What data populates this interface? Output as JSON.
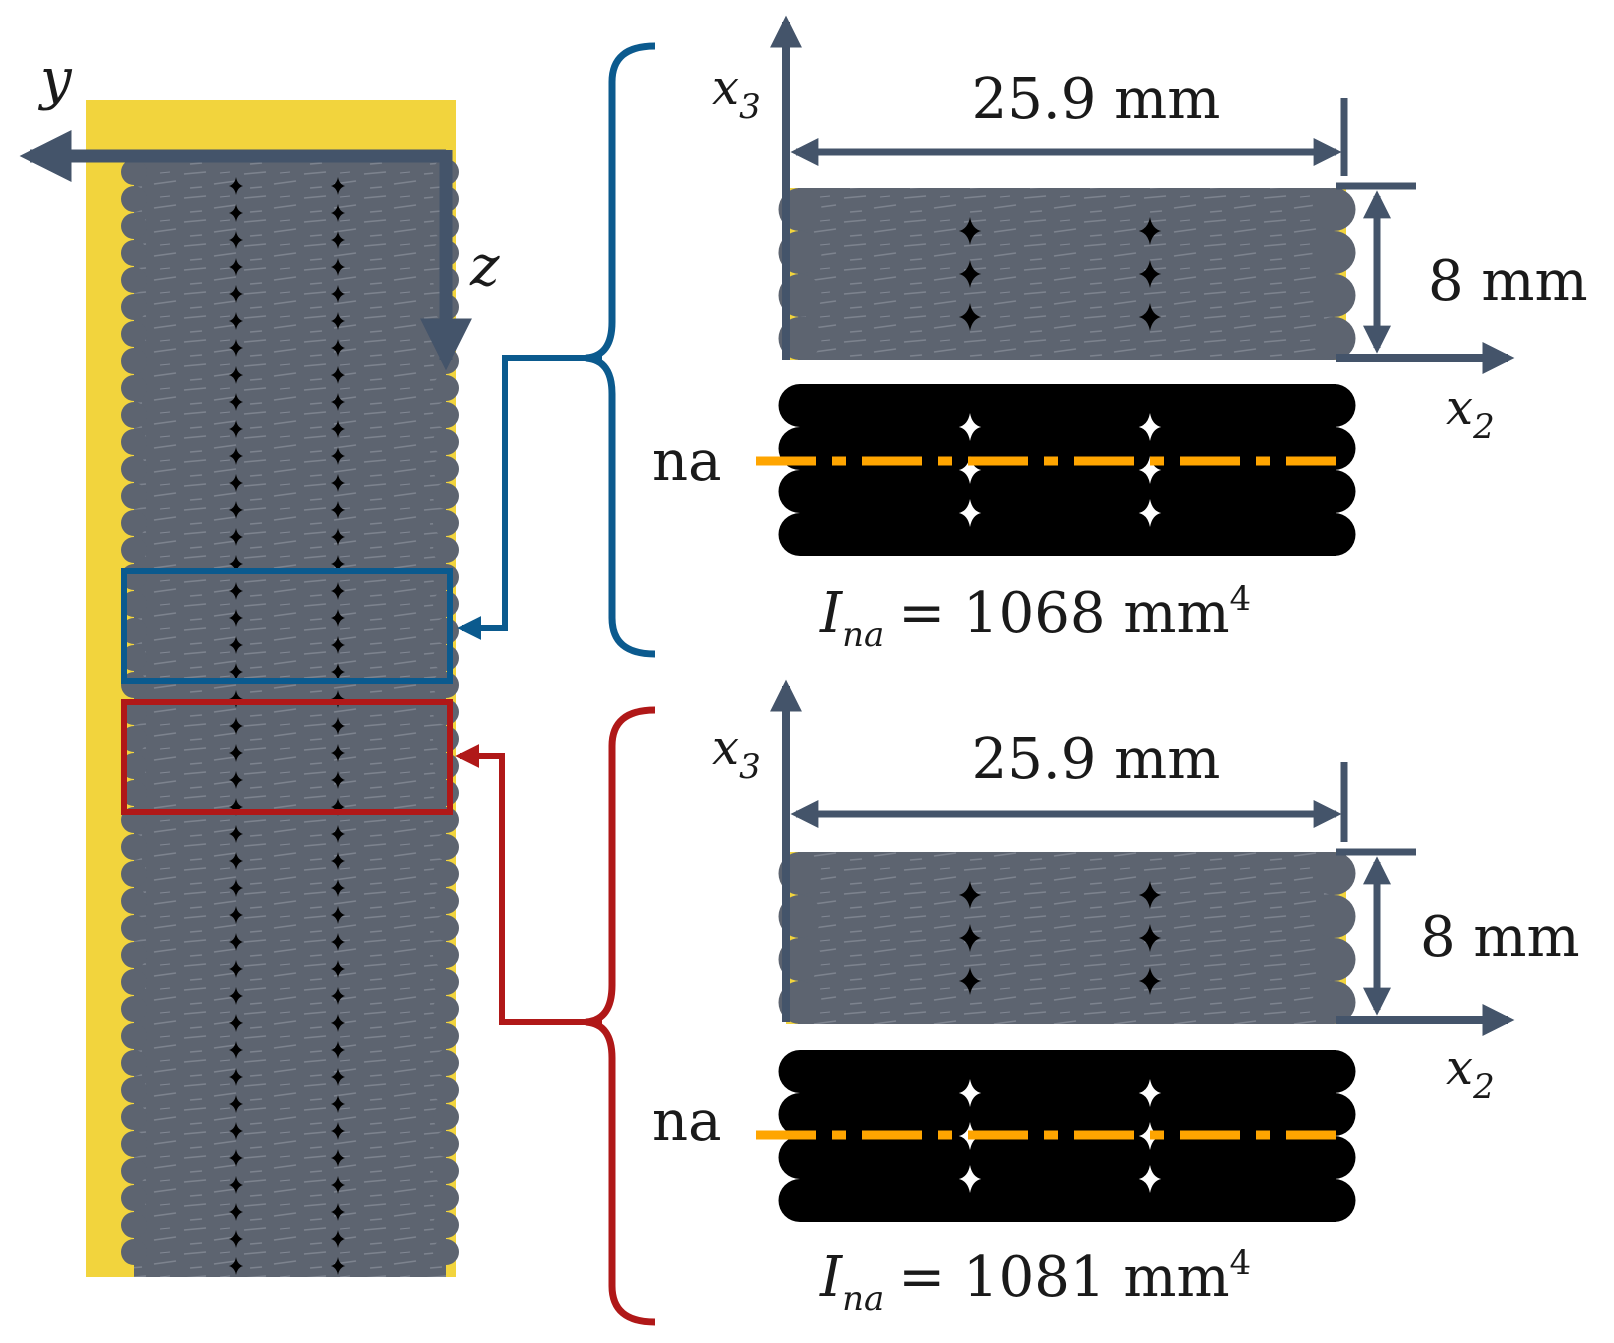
{
  "colors": {
    "arrow": "#44546a",
    "blue_bracket": "#0b5a8e",
    "red_bracket": "#b01818",
    "neutral_axis": "#ffa500",
    "specimen_gray": "#5d6470",
    "background_yellow": "#f2d43d",
    "binary_black": "#000000"
  },
  "left_axes": {
    "y_label": "y",
    "z_label": "z"
  },
  "top_section": {
    "x3_main": "x",
    "x3_sub": "3",
    "x2_main": "x",
    "x2_sub": "2",
    "width_label": "25.9 mm",
    "height_label": "8 mm",
    "na_label": "na",
    "inertia_var": "I",
    "inertia_sub": "na",
    "inertia_value": "= 1068 mm",
    "inertia_exp": "4"
  },
  "bottom_section": {
    "x3_main": "x",
    "x3_sub": "3",
    "x2_main": "x",
    "x2_sub": "2",
    "width_label": "25.9 mm",
    "height_label": "8 mm",
    "na_label": "na",
    "inertia_var": "I",
    "inertia_sub": "na",
    "inertia_value": "= 1081 mm",
    "inertia_exp": "4"
  }
}
